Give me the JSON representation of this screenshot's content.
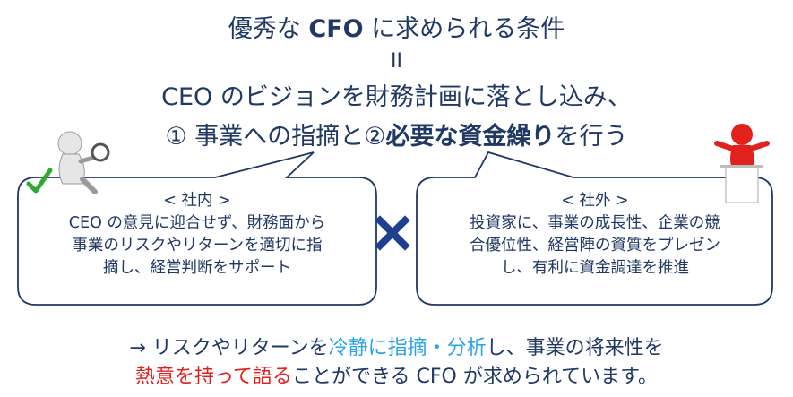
{
  "heading": {
    "line1_pre": "優秀な ",
    "line1_bold": "CFO",
    "line1_post": " に求められる条件",
    "equals": "II",
    "line2": "CEO のビジョンを財務計画に落とし込み、",
    "line3_a": "① 事業への指摘と②",
    "line3_b": "必要な資金繰り",
    "line3_c": "を行う"
  },
  "left_box": {
    "title": "< 社内 >",
    "lines": [
      "CEO の意見に迎合せず、財務面から",
      "事業のリスクやリターンを適切に指",
      "摘し、経営判断をサポート"
    ]
  },
  "right_box": {
    "title": "< 社外 >",
    "lines": [
      "投資家に、事業の成長性、企業の競",
      "合優位性、経営陣の資質をプレゼン",
      "し、有利に資金調達を推進"
    ]
  },
  "conclusion": {
    "line1_a": "→ リスクやリターンを",
    "line1_b": "冷静に指摘・分析",
    "line1_c": "し、事業の将来性を",
    "line2_a": "熱意を持って語る",
    "line2_b": "ことができる CFO が求められています。"
  },
  "colors": {
    "navy": "#1f3864",
    "cyan": "#2aa3e8",
    "red": "#e02020",
    "cross": "#1f3f8f"
  },
  "icons": [
    "inspector-figure-icon",
    "checkmark-clipboard-icon",
    "presenter-figure-icon"
  ]
}
